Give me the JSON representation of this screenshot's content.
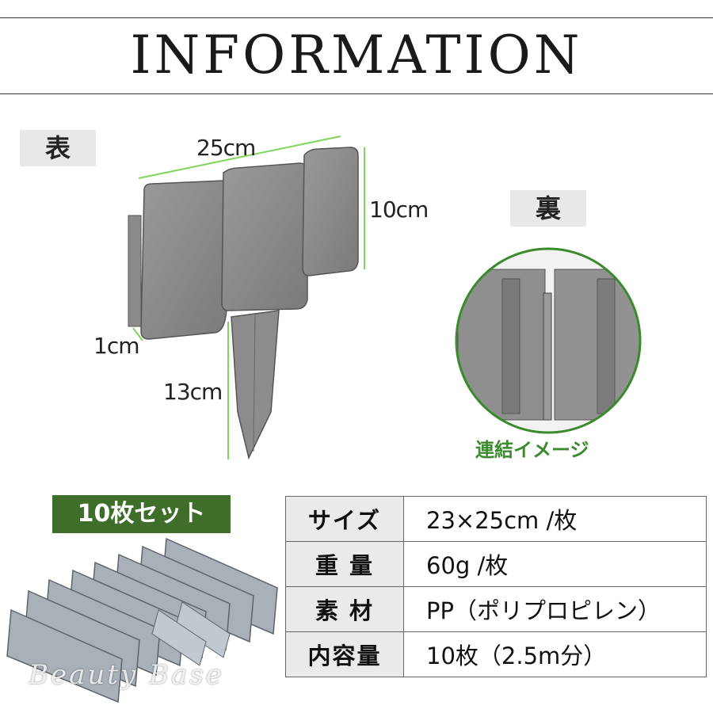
{
  "header": {
    "title": "INFORMATION"
  },
  "front": {
    "tag": "表",
    "dims": {
      "width": "25cm",
      "height": "10cm",
      "thickness": "1cm",
      "stake": "13cm"
    }
  },
  "back": {
    "tag": "裏",
    "caption": "連結イメージ"
  },
  "set": {
    "badge": "10枚セット",
    "watermark": "Beauty Base"
  },
  "specs": [
    {
      "label": "サイズ",
      "value": "23×25cm /枚"
    },
    {
      "label": "重 量",
      "value": "60g /枚"
    },
    {
      "label": "素 材",
      "value": "PP（ポリプロピレン）"
    },
    {
      "label": "内容量",
      "value": "10枚（2.5m分）"
    }
  ],
  "colors": {
    "accent_green": "#3f6e2a",
    "dimension_line": "#7fd65a",
    "stone_gray": "#8e8e8e"
  }
}
